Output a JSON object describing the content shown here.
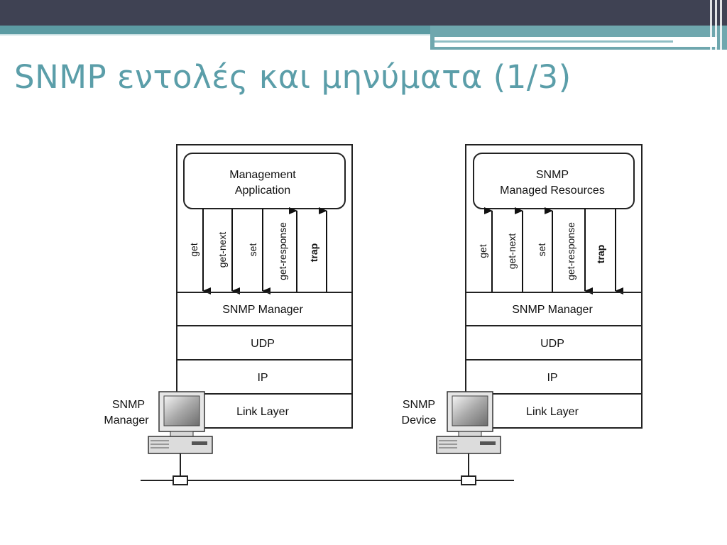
{
  "slide": {
    "title": "SNMP εντολές και μηνύματα (1/3)"
  },
  "manager_stack": {
    "app_line1": "Management",
    "app_line2": "Application",
    "msg_get": "get",
    "msg_getnext": "get-next",
    "msg_set": "set",
    "msg_getresponse": "get-response",
    "msg_trap": "trap",
    "layer1": "SNMP Manager",
    "layer2": "UDP",
    "layer3": "IP",
    "layer4": "Link Layer",
    "station_line1": "SNMP",
    "station_line2": "Manager"
  },
  "device_stack": {
    "app_line1": "SNMP",
    "app_line2": "Managed Resources",
    "msg_get": "get",
    "msg_getnext": "get-next",
    "msg_set": "set",
    "msg_getresponse": "get-response",
    "msg_trap": "trap",
    "layer1": "SNMP Manager",
    "layer2": "UDP",
    "layer3": "IP",
    "layer4": "Link Layer",
    "station_line1": "SNMP",
    "station_line2": "Device"
  },
  "colors": {
    "title": "#5b9ea9",
    "top_bar": "#3f4253",
    "accent": "#5c9ba3"
  }
}
